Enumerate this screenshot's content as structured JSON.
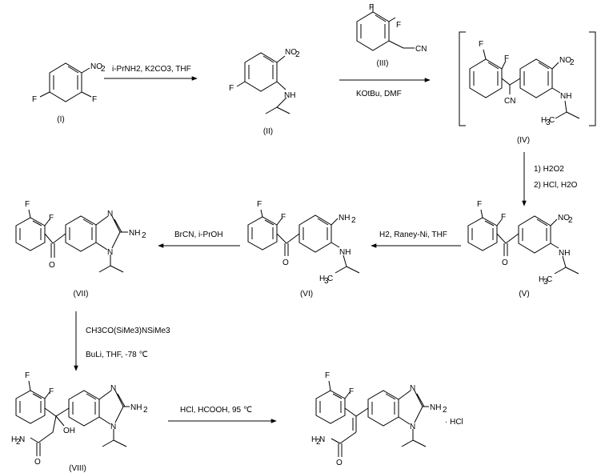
{
  "atoms": {
    "F": "F",
    "N": "N",
    "NH": "NH",
    "NO2": "NO",
    "O": "O",
    "CN": "CN",
    "NH2": "NH",
    "H3C": "H C",
    "OH": "OH",
    "H2N": "H N",
    "sub2": "2",
    "sub3": "3"
  },
  "compounds": {
    "I": "(I)",
    "II": "(II)",
    "III": "(III)",
    "IV": "(IV)",
    "V": "(V)",
    "VI": "(VI)",
    "VII": "(VII)",
    "VIII": "(VIII)"
  },
  "conditions": {
    "step1": "i-PrNH2, K2CO3, THF",
    "step2": "KOtBu, DMF",
    "step3a": "1) H2O2",
    "step3b": "2) HCl, H2O",
    "step4": "H2, Raney-Ni, THF",
    "step5": "BrCN, i-PrOH",
    "step6a": "CH3CO(SiMe3)NSiMe3",
    "step6b": "BuLi, THF, -78 ℃",
    "step7": "HCl, HCOOH, 95 ℃"
  },
  "salt": "· HCl"
}
